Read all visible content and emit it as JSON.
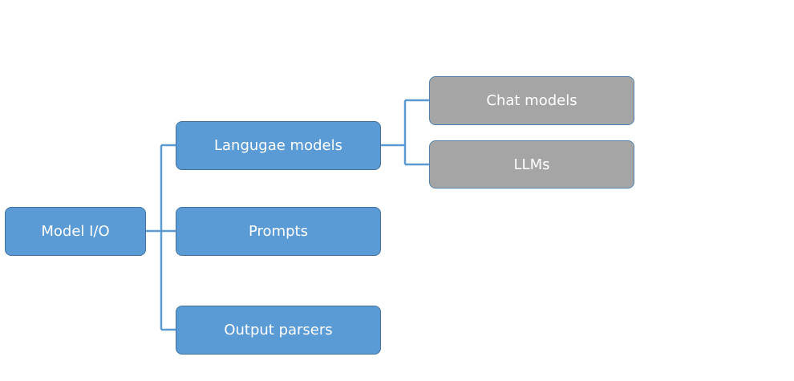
{
  "diagram": {
    "root": {
      "label": "Model I/O"
    },
    "children": [
      {
        "label": "Langugae models",
        "children": [
          {
            "label": "Chat models"
          },
          {
            "label": "LLMs"
          }
        ]
      },
      {
        "label": "Prompts"
      },
      {
        "label": "Output parsers"
      }
    ]
  },
  "colors": {
    "primary_node": "#5b9bd5",
    "primary_border": "#41719c",
    "secondary_node": "#a5a5a5",
    "connector": "#5b9bd5",
    "text": "#ffffff"
  }
}
